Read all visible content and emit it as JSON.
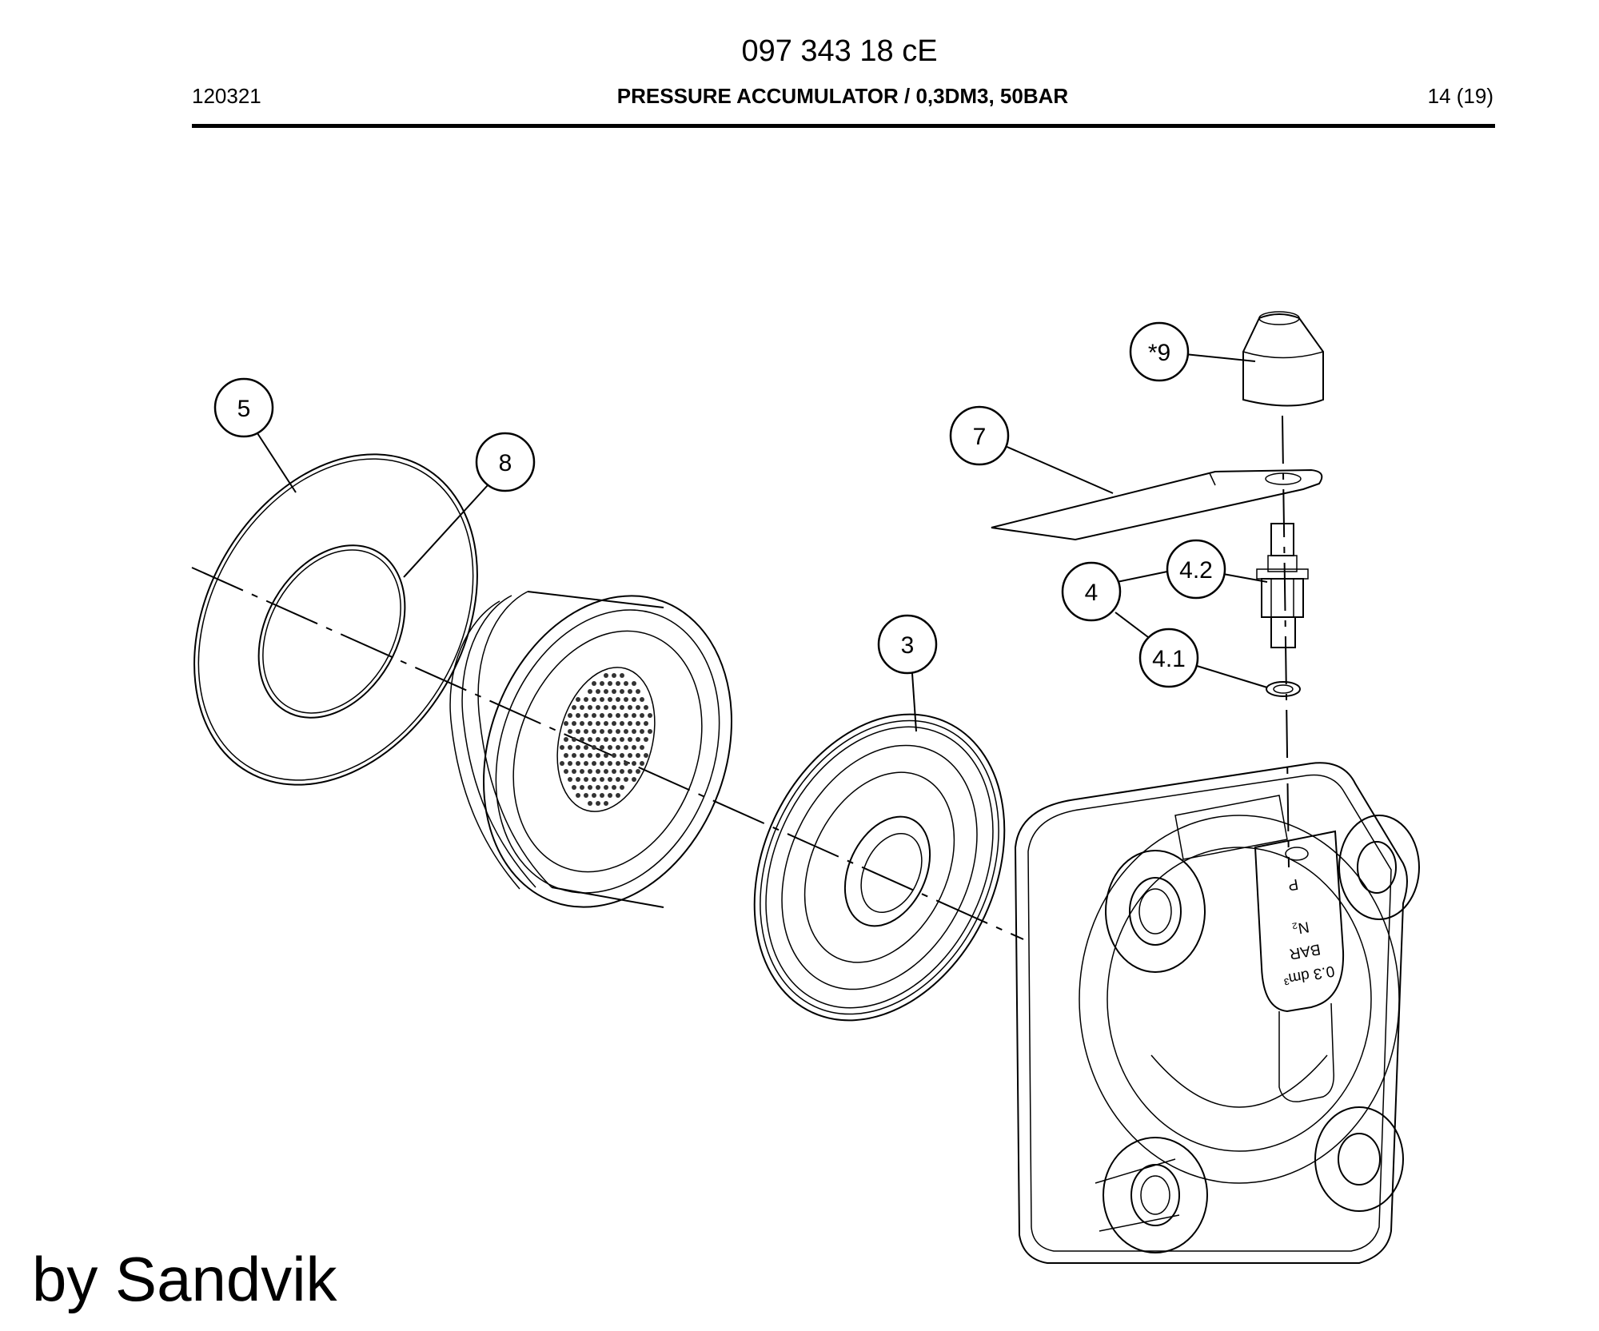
{
  "header": {
    "doc_number": "097 343 18 cE",
    "date": "120321",
    "title": "PRESSURE ACCUMULATOR / 0,3DM3, 50BAR",
    "page": "14 (19)"
  },
  "callouts": {
    "c5": "5",
    "c8": "8",
    "c3": "3",
    "c7": "7",
    "c9": "*9",
    "c4": "4",
    "c42": "4.2",
    "c41": "4.1"
  },
  "plate": {
    "line1": "0.3 dm³",
    "line2": "BAR",
    "line3": "N₂",
    "line4": "P"
  },
  "footer": {
    "credit": "by Sandvik"
  }
}
